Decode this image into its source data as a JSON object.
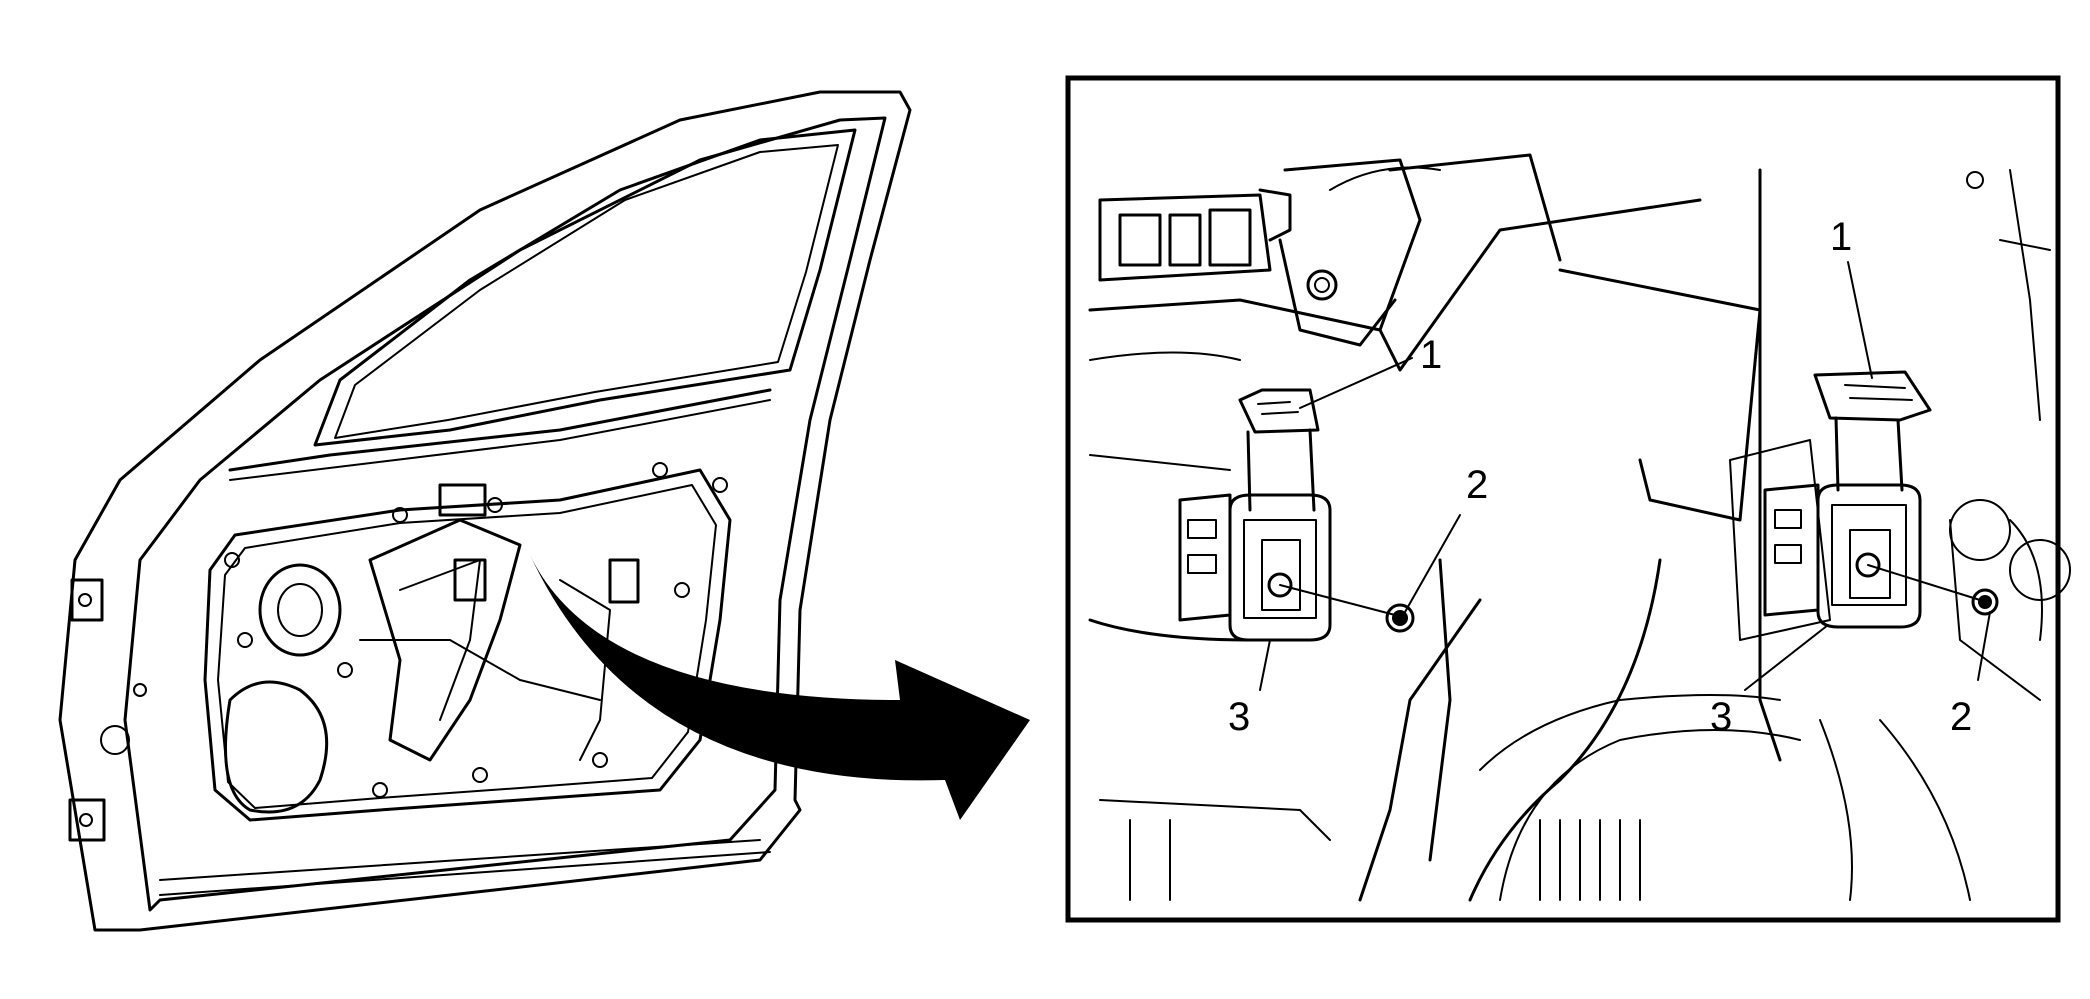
{
  "colors": {
    "ink": "#000000",
    "paper": "#ffffff"
  },
  "callouts": {
    "left_bracket": "1",
    "left_bolt": "2",
    "left_guide": "3",
    "right_bracket": "1",
    "right_bolt": "2",
    "right_guide": "3"
  }
}
